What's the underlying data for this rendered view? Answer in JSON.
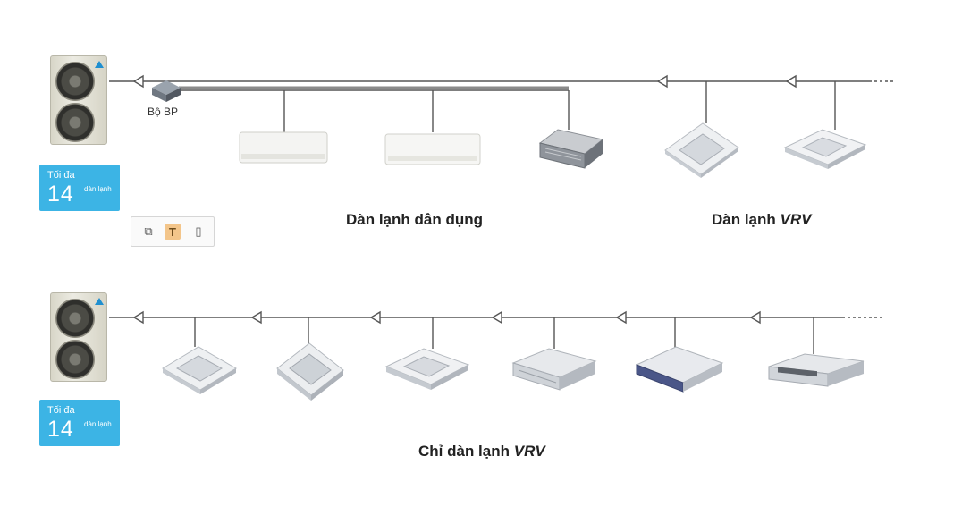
{
  "top": {
    "badge": {
      "line1": "Tối đa",
      "number": "14",
      "unit": "dàn lạnh"
    },
    "bp_label": "Bộ BP",
    "caption_left": "Dàn lạnh dân dụng",
    "caption_right_prefix": "Dàn lạnh ",
    "caption_right_emph": "VRV"
  },
  "bottom": {
    "badge": {
      "line1": "Tối đa",
      "number": "14",
      "unit": "dàn lạnh"
    },
    "caption_prefix": "Chỉ dàn lạnh ",
    "caption_emph": "VRV"
  },
  "toolbar": {
    "icons": [
      "copy-icon",
      "text-icon",
      "page-icon"
    ],
    "text_glyph": "T"
  },
  "colors": {
    "badge": "#3cb4e5",
    "pipe": "#5a5a5a",
    "brand": "#1f8fd0"
  }
}
